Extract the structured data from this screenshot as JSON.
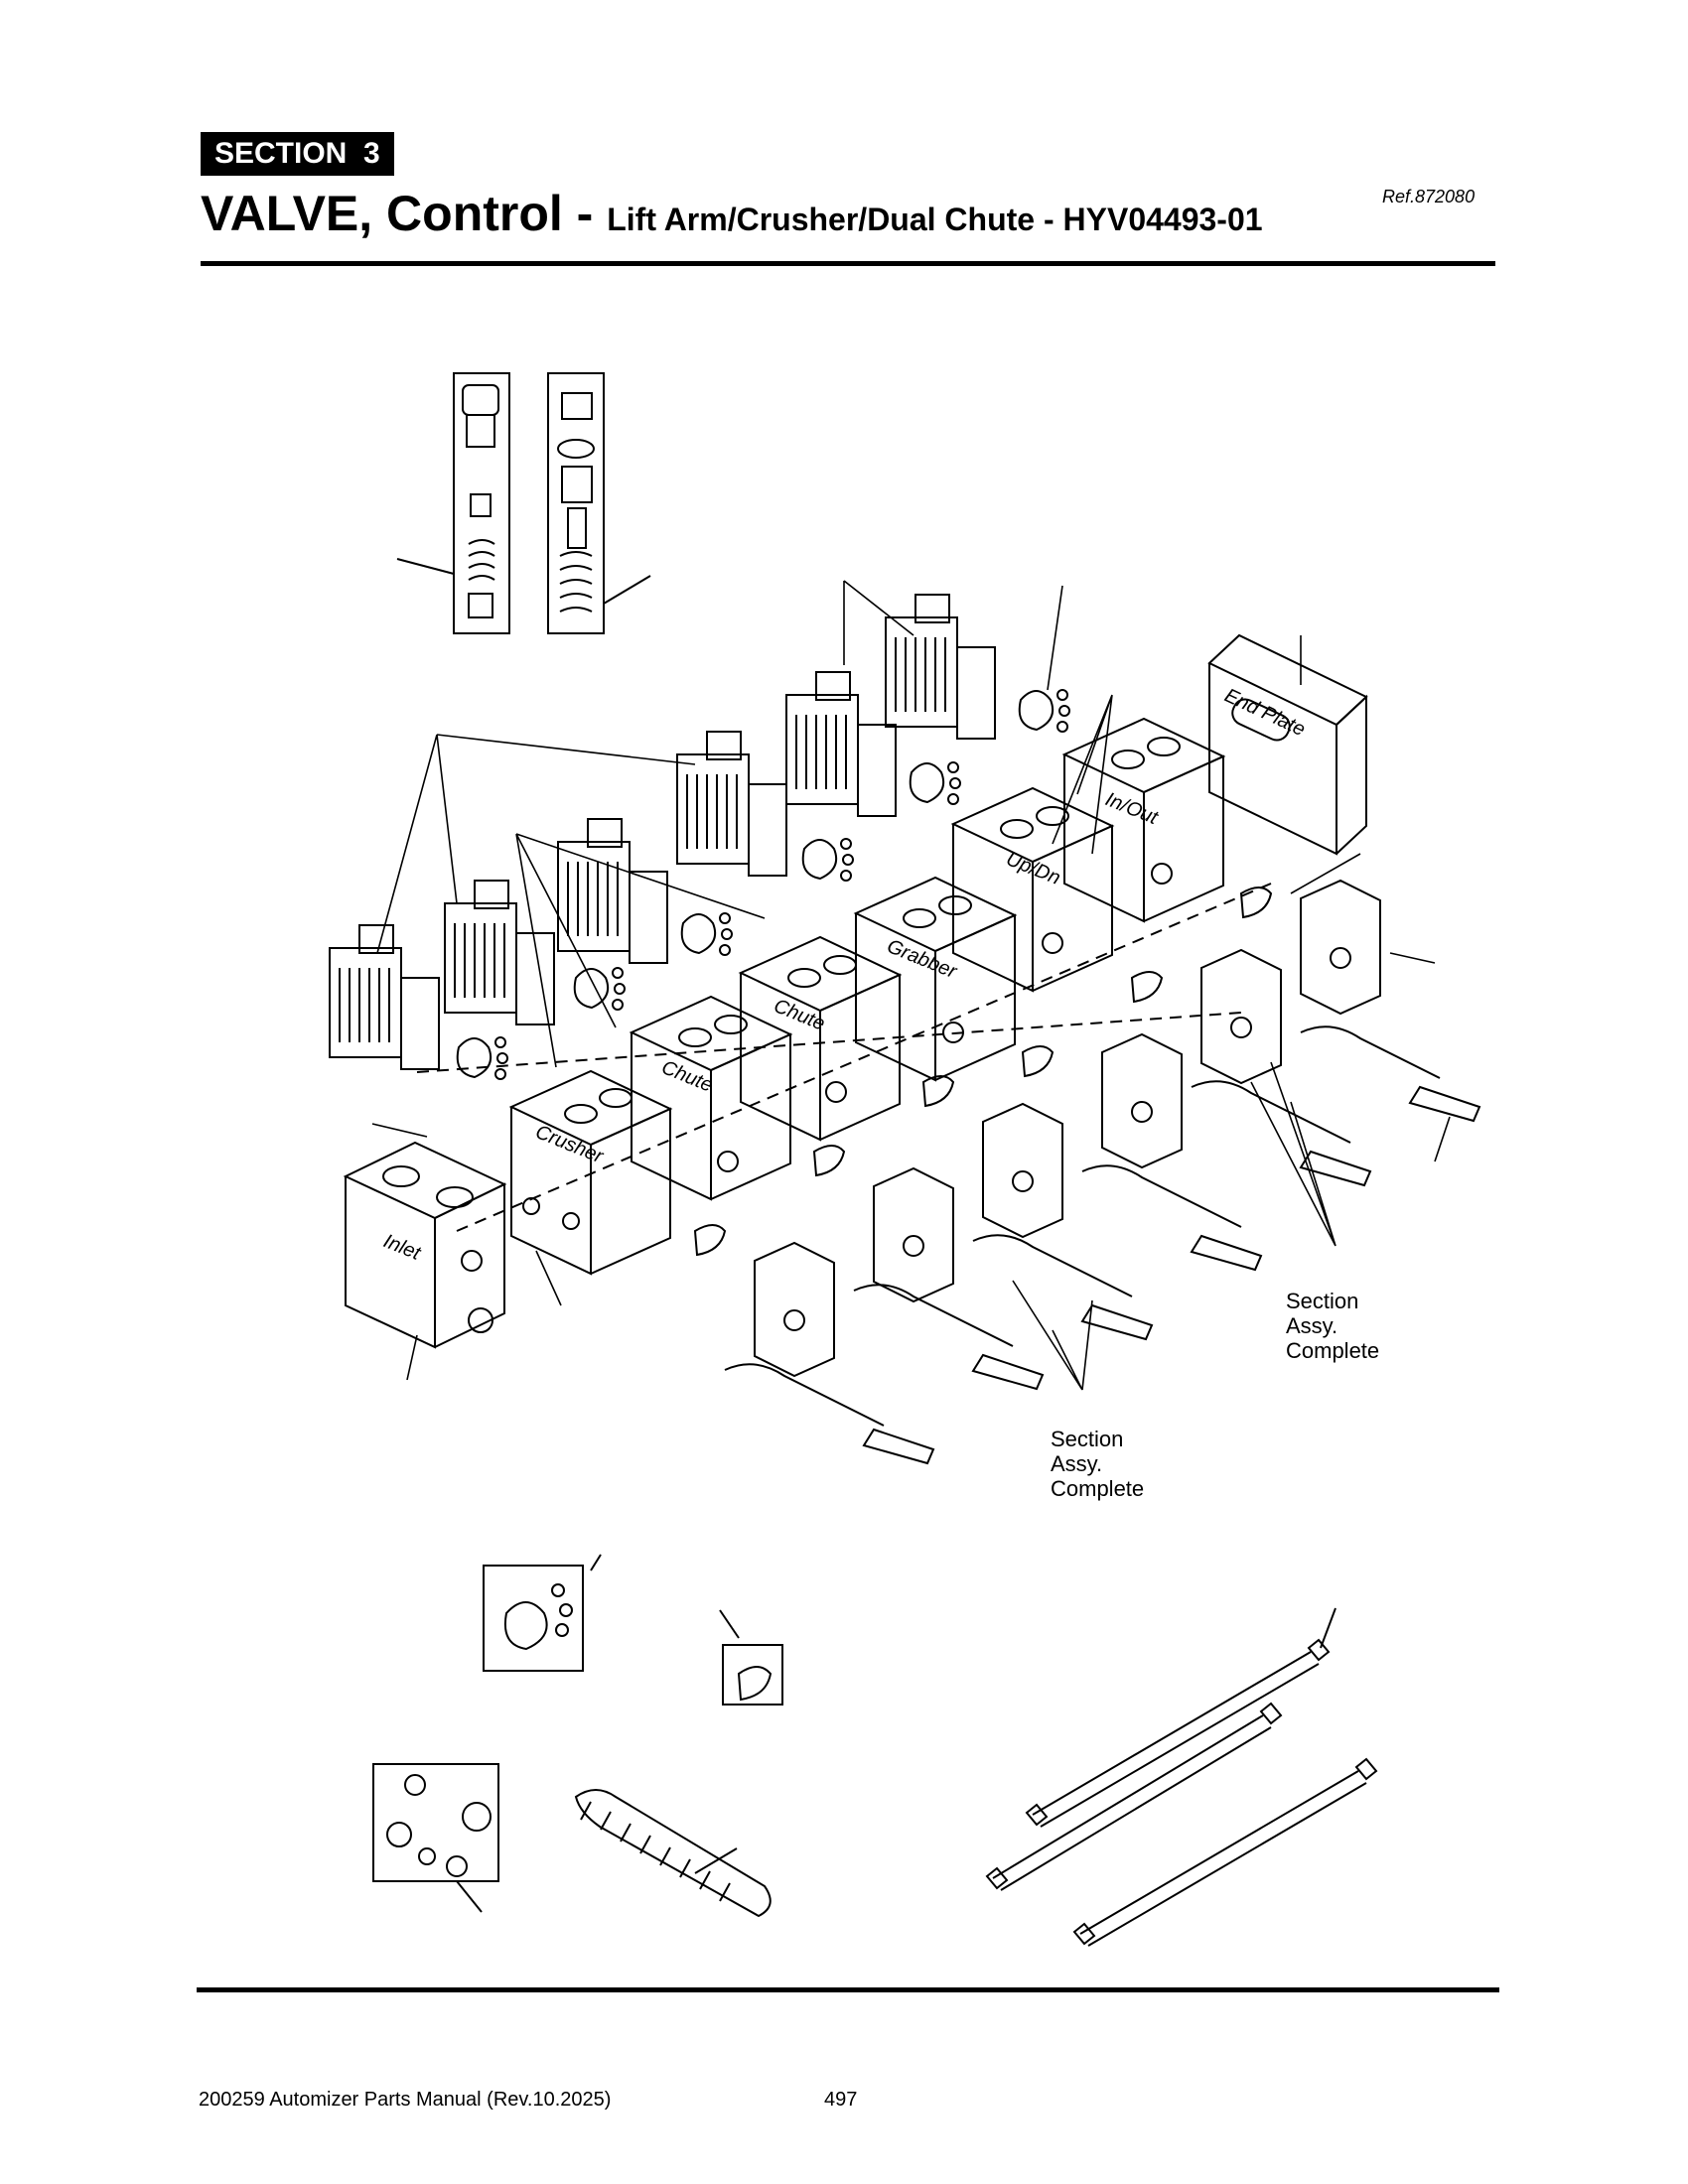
{
  "header": {
    "section_label": "SECTION  3",
    "title_main": "VALVE, Control - ",
    "title_sub": "Lift Arm/Crusher/Dual Chute - HYV04493-01",
    "reference": "Ref.872080"
  },
  "diagram": {
    "section_labels": {
      "inlet": "Inlet",
      "crusher": "Crusher",
      "chute1": "Chute",
      "chute2": "Chute",
      "grabber": "Grabber",
      "updn": "Up/Dn",
      "inout": "In/Out",
      "endplate": "End Plate"
    },
    "callout_right": [
      "Section",
      "Assy.",
      "Complete"
    ],
    "callout_bottom": [
      "Section",
      "Assy.",
      "Complete"
    ]
  },
  "footer": {
    "manual": "200259 Automizer Parts Manual (Rev.10.2025)",
    "page_number": "497"
  }
}
